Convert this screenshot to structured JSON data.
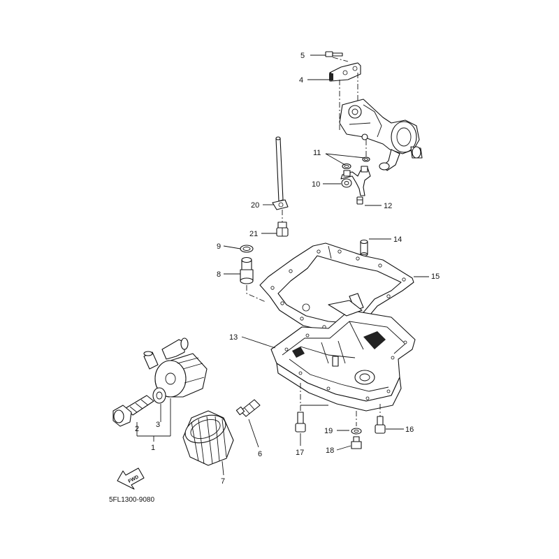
{
  "diagram": {
    "catalog_code": "5FL1300-9080",
    "fwd_label": "FWD",
    "callouts": [
      "1",
      "2",
      "3",
      "4",
      "5",
      "6",
      "7",
      "8",
      "9",
      "10",
      "11",
      "12",
      "13",
      "14",
      "15",
      "16",
      "17",
      "18",
      "19",
      "20",
      "21"
    ]
  }
}
